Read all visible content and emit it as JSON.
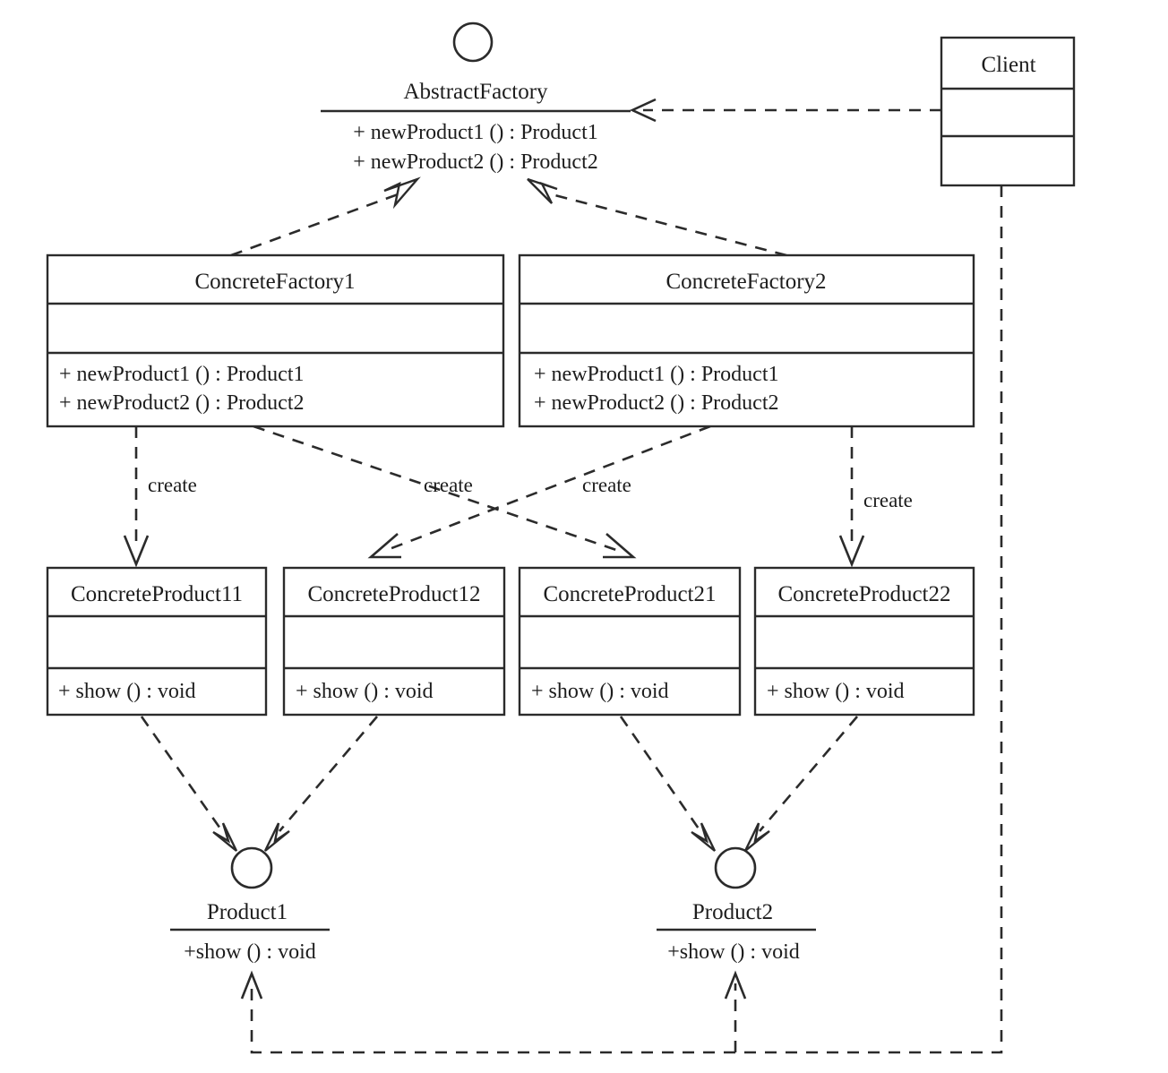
{
  "diagram": {
    "title": "Abstract Factory Pattern UML Class Diagram",
    "stroke_color": "#2b2b2b",
    "background_color": "#ffffff"
  },
  "interfaces": {
    "abstract_factory": {
      "name": "AbstractFactory",
      "operations": [
        "+ newProduct1 () : Product1",
        "+ newProduct2 () : Product2"
      ]
    },
    "product1": {
      "name": "Product1",
      "operations": [
        "+show () : void"
      ]
    },
    "product2": {
      "name": "Product2",
      "operations": [
        "+show () : void"
      ]
    }
  },
  "classes": {
    "client": {
      "name": "Client",
      "attributes": [],
      "operations": []
    },
    "concrete_factory1": {
      "name": "ConcreteFactory1",
      "attributes": [],
      "operations": [
        "+ newProduct1 () : Product1",
        "+ newProduct2 () : Product2"
      ]
    },
    "concrete_factory2": {
      "name": "ConcreteFactory2",
      "attributes": [],
      "operations": [
        "+ newProduct1 () : Product1",
        "+ newProduct2 () : Product2"
      ]
    },
    "concrete_product11": {
      "name": "ConcreteProduct11",
      "attributes": [],
      "operations": [
        "+ show () : void"
      ]
    },
    "concrete_product12": {
      "name": "ConcreteProduct12",
      "attributes": [],
      "operations": [
        "+ show () : void"
      ]
    },
    "concrete_product21": {
      "name": "ConcreteProduct21",
      "attributes": [],
      "operations": [
        "+ show () : void"
      ]
    },
    "concrete_product22": {
      "name": "ConcreteProduct22",
      "attributes": [],
      "operations": [
        "+ show () : void"
      ]
    }
  },
  "edge_labels": {
    "create1": "create",
    "create2": "create",
    "create3": "create",
    "create4": "create"
  },
  "relationships": [
    {
      "from": "Client",
      "to": "AbstractFactory",
      "type": "dependency",
      "label": ""
    },
    {
      "from": "ConcreteFactory1",
      "to": "AbstractFactory",
      "type": "realization",
      "label": ""
    },
    {
      "from": "ConcreteFactory2",
      "to": "AbstractFactory",
      "type": "realization",
      "label": ""
    },
    {
      "from": "ConcreteFactory1",
      "to": "ConcreteProduct11",
      "type": "dependency",
      "label": "create"
    },
    {
      "from": "ConcreteFactory1",
      "to": "ConcreteProduct21",
      "type": "dependency",
      "label": "create"
    },
    {
      "from": "ConcreteFactory2",
      "to": "ConcreteProduct12",
      "type": "dependency",
      "label": "create"
    },
    {
      "from": "ConcreteFactory2",
      "to": "ConcreteProduct22",
      "type": "dependency",
      "label": "create"
    },
    {
      "from": "ConcreteProduct11",
      "to": "Product1",
      "type": "realization",
      "label": ""
    },
    {
      "from": "ConcreteProduct12",
      "to": "Product1",
      "type": "realization",
      "label": ""
    },
    {
      "from": "ConcreteProduct21",
      "to": "Product2",
      "type": "realization",
      "label": ""
    },
    {
      "from": "ConcreteProduct22",
      "to": "Product2",
      "type": "realization",
      "label": ""
    },
    {
      "from": "Client",
      "to": "Product1",
      "type": "dependency",
      "label": ""
    },
    {
      "from": "Client",
      "to": "Product2",
      "type": "dependency",
      "label": ""
    }
  ]
}
